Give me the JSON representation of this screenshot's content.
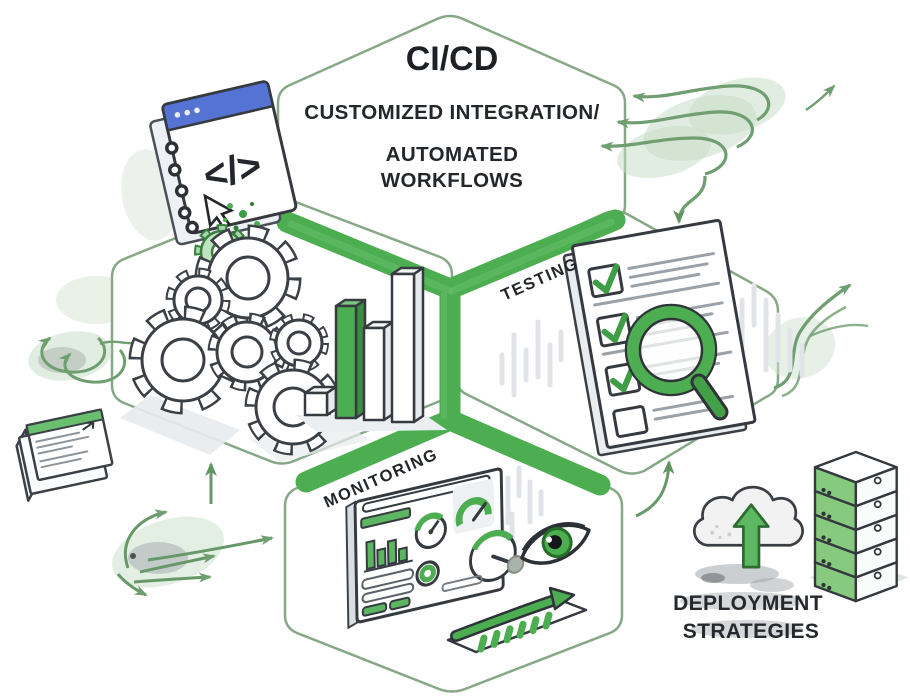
{
  "diagram": {
    "hex_cicd": {
      "title": "CI/CD",
      "subtitle_line1": "CUSTOMIZED INTEGRATION/",
      "subtitle_line2": "AUTOMATED",
      "subtitle_line3": "WORKFLOWS"
    },
    "hex_testing": {
      "label": "TESTING"
    },
    "hex_monitoring": {
      "label": "MONITORING"
    },
    "hex_build": {
      "label": ""
    },
    "deployment": {
      "line1": "DEPLOYMENT",
      "line2": "STRATEGIES"
    },
    "code_window": {
      "glyph": "</>"
    }
  },
  "icons": {
    "code_window": "browser-code-window-icon",
    "cursor": "mouse-cursor-icon",
    "gears": "gears-icon",
    "bar_chart": "isometric-bar-chart-icon",
    "checklist": "checklist-document-icon",
    "magnifier": "magnifying-glass-icon",
    "dashboard": "monitoring-dashboard-icon",
    "eye": "eye-icon",
    "growth_ramp": "growth-arrow-ramp-icon",
    "cloud_upload": "cloud-upload-icon",
    "server_stack": "server-stack-icon",
    "document_card": "document-card-icon",
    "swirl_arrows": "swirl-arrows-decoration",
    "branch_arrows": "branch-arrows-decoration"
  },
  "colors": {
    "band_green": "#4cae50",
    "band_highlight": "#68c06c",
    "accent_green_dark": "#2e7d32",
    "check_green": "#3f9d45",
    "hex_outline": "#86a886",
    "decor_green": "#6f9e70",
    "dark_outline": "#343a40",
    "header_blue": "#5573d2",
    "server_green": "#86c97f",
    "gray_line": "#9aa1a8",
    "background": "#ffffff"
  }
}
